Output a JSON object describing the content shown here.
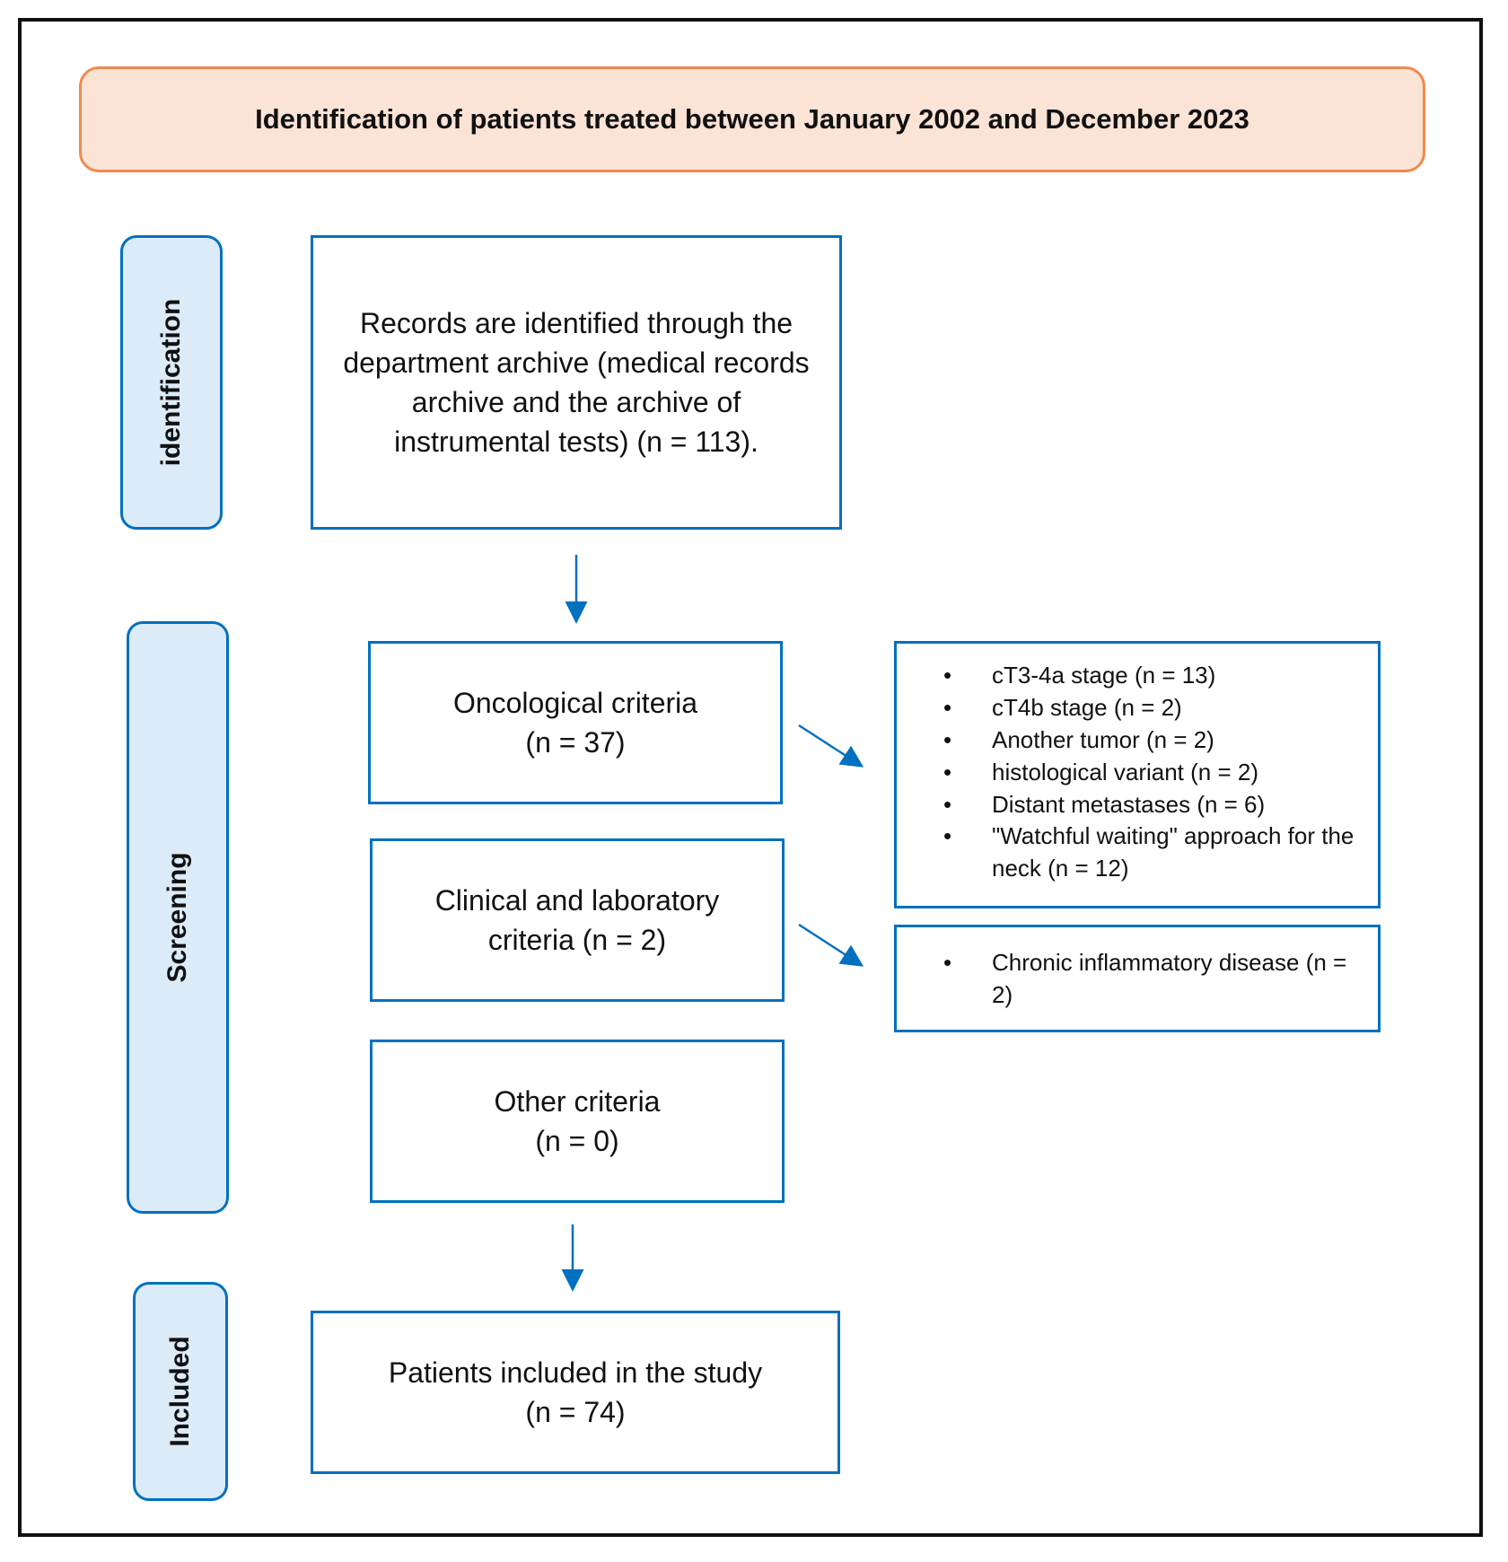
{
  "header": {
    "title": "Identification of patients treated between January 2002 and December 2023"
  },
  "stages": {
    "identification": "identification",
    "screening": "Screening",
    "included": "Included"
  },
  "records": {
    "text": "Records are identified through the department archive (medical records archive and the archive of instrumental tests) (n = 113)."
  },
  "criteria": {
    "oncological": {
      "line1": "Oncological criteria",
      "line2": "(n = 37)"
    },
    "clinical": {
      "line1": "Clinical and laboratory",
      "line2": "criteria (n = 2)"
    },
    "other": {
      "line1": "Other criteria",
      "line2": "(n = 0)"
    }
  },
  "oncological_exclusions": [
    "cT3-4a stage (n = 13)",
    "cT4b stage (n = 2)",
    "Another tumor (n = 2)",
    "histological variant (n = 2)",
    "Distant metastases (n = 6)",
    "\"Watchful waiting\" approach for the neck (n = 12)"
  ],
  "clinical_exclusions": [
    "Chronic inflammatory disease (n = 2)"
  ],
  "bullet_glyph": "•",
  "included": {
    "line1": "Patients included in the study",
    "line2": "(n = 74)"
  },
  "colors": {
    "box_border": "#0070c0",
    "stage_fill": "#dcebf8",
    "header_fill": "#fbe3d6",
    "header_border": "#f08a4b",
    "arrow": "#0070c0"
  }
}
